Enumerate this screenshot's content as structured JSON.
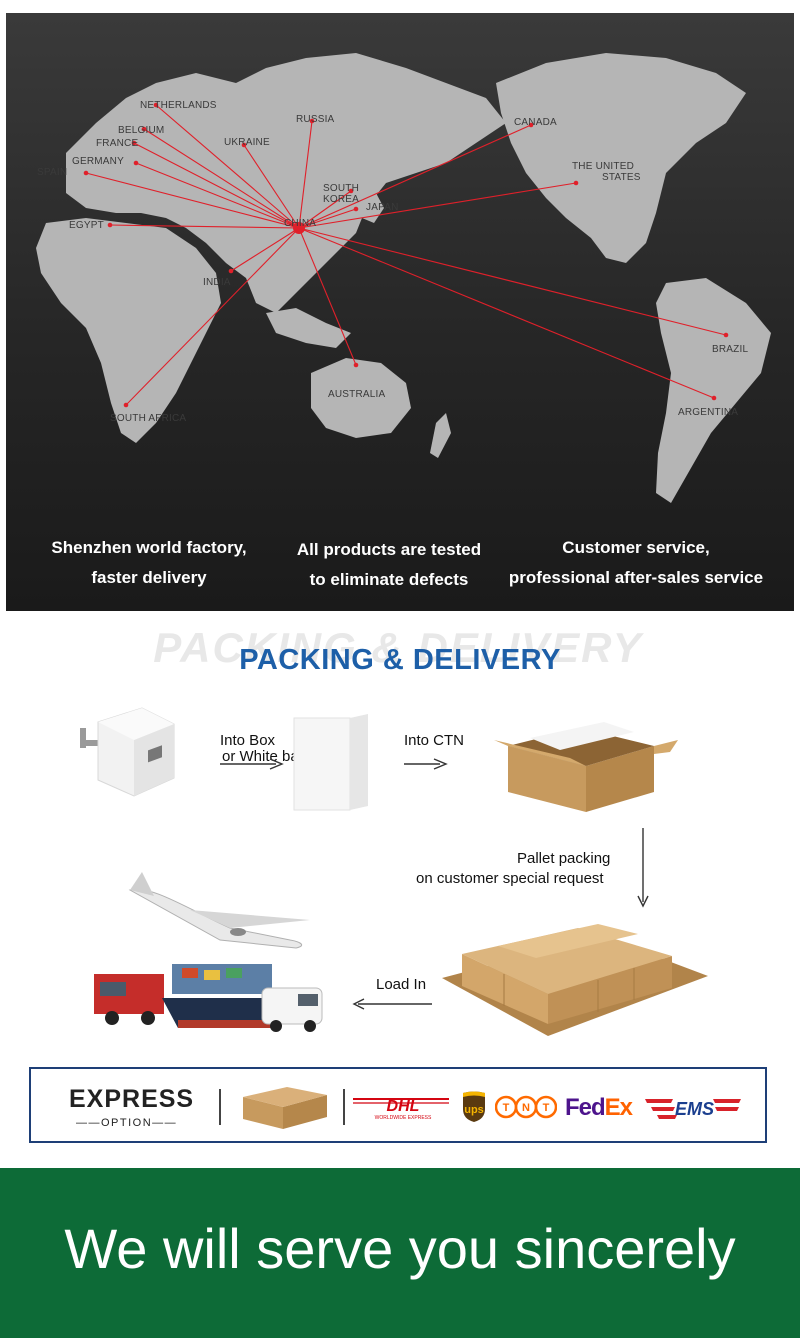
{
  "map": {
    "hub": "CHINA",
    "destinations": [
      {
        "name": "NETHERLANDS"
      },
      {
        "name": "BELGIUM"
      },
      {
        "name": "FRANCE"
      },
      {
        "name": "GERMANY"
      },
      {
        "name": "SPAIN"
      },
      {
        "name": "UKRAINE"
      },
      {
        "name": "RUSSIA"
      },
      {
        "name": "EGYPT"
      },
      {
        "name": "SOUTH KOREA"
      },
      {
        "name": "JAPAN"
      },
      {
        "name": "INDIA"
      },
      {
        "name": "SOUTH AFRICA"
      },
      {
        "name": "AUSTRALIA"
      },
      {
        "name": "CANADA"
      },
      {
        "name": "THE UNITED STATES"
      },
      {
        "name": "BRAZIL"
      },
      {
        "name": "ARGENTINA"
      }
    ],
    "colors": {
      "route": "#e0202a",
      "land": "#b9b9b9"
    }
  },
  "features": [
    {
      "line1": "Shenzhen world factory,",
      "line2": "faster delivery"
    },
    {
      "line1": "All products are tested",
      "line2": "to eliminate defects"
    },
    {
      "line1": "Customer service,",
      "line2": "professional after-sales service"
    }
  ],
  "packing": {
    "ghost_title": "PACKING & DELIVERY",
    "title": "PACKING & DELIVERY",
    "title_color": "#1d5fa8",
    "step_box_line1": "Into Box",
    "step_box_line2": "or White bag",
    "step_ctn": "Into CTN",
    "step_pallet_line1": "Pallet packing",
    "step_pallet_line2": "on customer special request",
    "step_load": "Load In"
  },
  "express": {
    "word": "EXPRESS",
    "sub": "——OPTION——",
    "carriers": [
      "DHL",
      "ups",
      "TNT",
      "FedEx",
      "EMS"
    ],
    "dhl_sub": "WORLDWIDE EXPRESS",
    "colors": {
      "border": "#1e3f77",
      "dhl": "#d40511",
      "fedex_purple": "#4d148c",
      "fedex_orange": "#ff6200",
      "ups": "#5a3a10",
      "ups_gold": "#f5b400",
      "tnt": "#ff6a00",
      "ems_blue": "#1b3f8f",
      "ems_red": "#d8222a"
    }
  },
  "footer": {
    "text": "We will serve you sincerely",
    "bg": "#0d6b37"
  }
}
